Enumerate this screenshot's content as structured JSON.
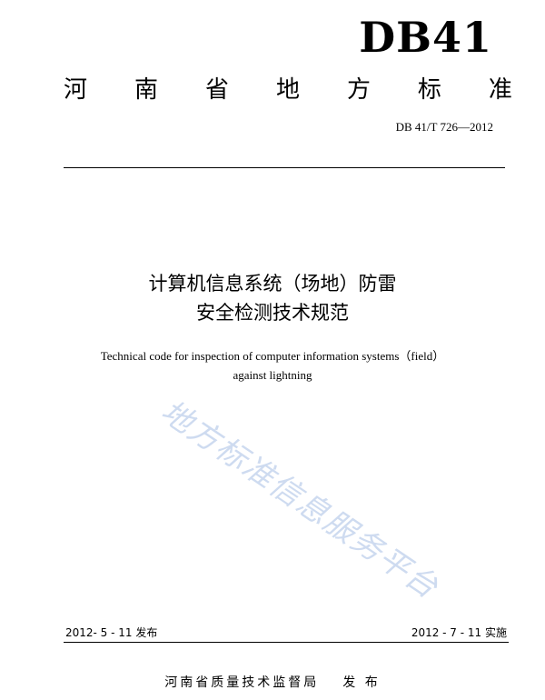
{
  "header": {
    "code_mark": "DB41",
    "standard_type_chars": [
      "河",
      "南",
      "省",
      "地",
      "方",
      "标",
      "准"
    ],
    "standard_number": "DB 41/T 726—2012"
  },
  "title": {
    "cn_line1": "计算机信息系统（场地）防雷",
    "cn_line2": "安全检测技术规范",
    "en_line1": "Technical code for inspection of computer information systems（field）",
    "en_line2": "against lightning"
  },
  "watermark": "地方标准信息服务平台",
  "dates": {
    "issue": "2012- 5 - 11 发布",
    "implement": "2012 - 7 - 11 实施"
  },
  "publisher": {
    "name": "河南省质量技术监督局",
    "action": "发 布"
  }
}
